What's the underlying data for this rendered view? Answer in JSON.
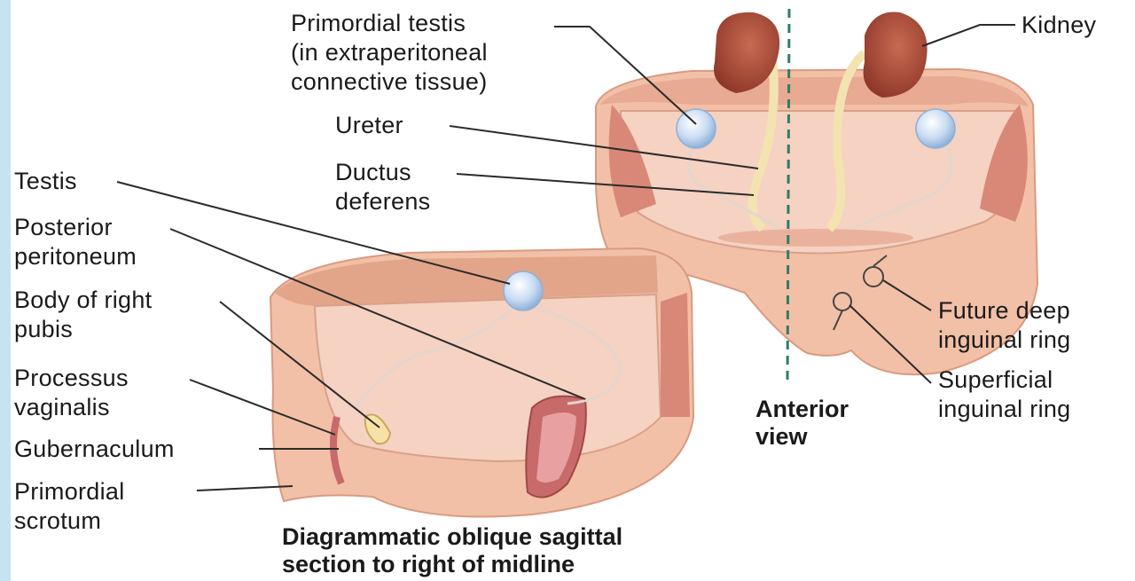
{
  "labels": {
    "primordial_testis": [
      "Primordial testis",
      "(in extraperitoneal",
      "connective tissue)"
    ],
    "kidney": [
      "Kidney"
    ],
    "ureter": [
      "Ureter"
    ],
    "ductus_deferens": [
      "Ductus",
      "deferens"
    ],
    "testis": [
      "Testis"
    ],
    "posterior_peritoneum": [
      "Posterior",
      "peritoneum"
    ],
    "body_of_right_pubis": [
      "Body of right",
      "pubis"
    ],
    "processus_vaginalis": [
      "Processus",
      "vaginalis"
    ],
    "gubernaculum": [
      "Gubernaculum"
    ],
    "primordial_scrotum": [
      "Primordial",
      "scrotum"
    ],
    "future_deep_inguinal_ring": [
      "Future deep",
      "inguinal ring"
    ],
    "superficial_inguinal_ring": [
      "Superficial",
      "inguinal ring"
    ],
    "anterior_view": [
      "Anterior",
      "view"
    ]
  },
  "captions": {
    "section": [
      "Diagrammatic oblique sagittal",
      "section to right of midline"
    ]
  },
  "colors": {
    "skin": "#f2c0a6",
    "skin_dark": "#e3a58a",
    "muscle": "#d98878",
    "cavity": "#f5d2c2",
    "kidney": "#a84a3a",
    "ureter": "#f3e3b0",
    "testis": "#c9dcf3",
    "midline": "#2e7d64",
    "leader": "#2b2b2b",
    "strip": "#c6e3f2"
  }
}
